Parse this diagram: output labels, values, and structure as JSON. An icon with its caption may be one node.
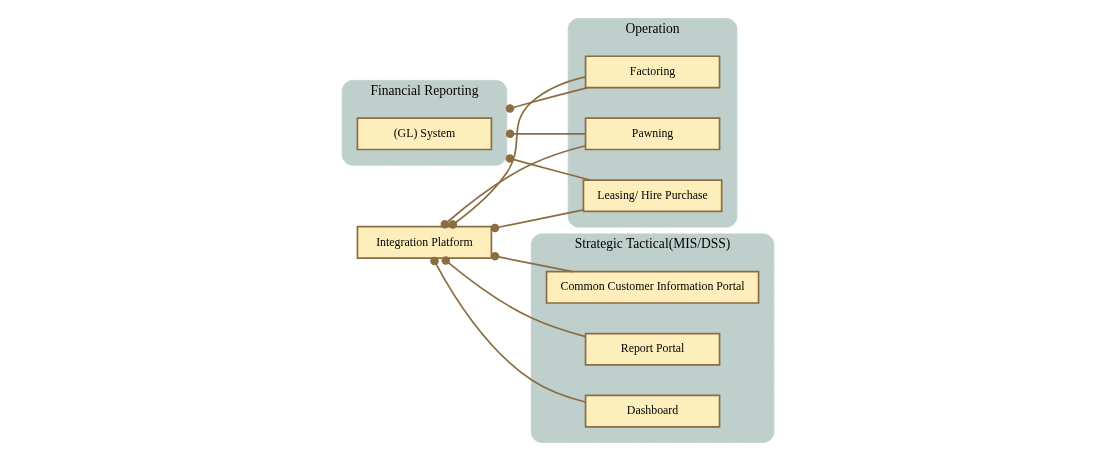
{
  "diagram": {
    "nodes": [
      {
        "text": [
          "Financial Reporting"
        ]
      },
      {
        "text": [
          "(GL) System"
        ],
        "in": 0
      },
      {
        "text": [
          "Operation"
        ]
      },
      {
        "text": [
          "Leasing/ Hire Purchase"
        ],
        "in": 2
      },
      {
        "text": [
          "Factoring"
        ],
        "in": 2
      },
      {
        "text": [
          "Pawning"
        ],
        "in": 2
      },
      {
        "text": [
          "Integration Platform"
        ]
      },
      {
        "text": [
          "Strategic Tactical(MIS/DSS)"
        ]
      },
      {
        "text": [
          "Common Customer Information Portal"
        ],
        "in": 7
      },
      {
        "text": [
          "Report Portal"
        ],
        "in": 7
      },
      {
        "text": [
          "Dashboard"
        ],
        "in": 7
      }
    ],
    "edges": [
      {
        "from": 0,
        "to": 3,
        "arrow": "other"
      },
      {
        "from": 0,
        "to": 4,
        "arrow": "other"
      },
      {
        "from": 0,
        "to": 5,
        "arrow": "other"
      },
      {
        "from": 6,
        "to": 3,
        "arrow": "other"
      },
      {
        "from": 6,
        "to": 4,
        "arrow": "other"
      },
      {
        "from": 6,
        "to": 5,
        "arrow": "other"
      },
      {
        "from": 6,
        "to": 8,
        "arrow": "other"
      },
      {
        "from": 6,
        "to": 9,
        "arrow": "other"
      },
      {
        "from": 6,
        "to": 10,
        "arrow": "other"
      }
    ]
  }
}
